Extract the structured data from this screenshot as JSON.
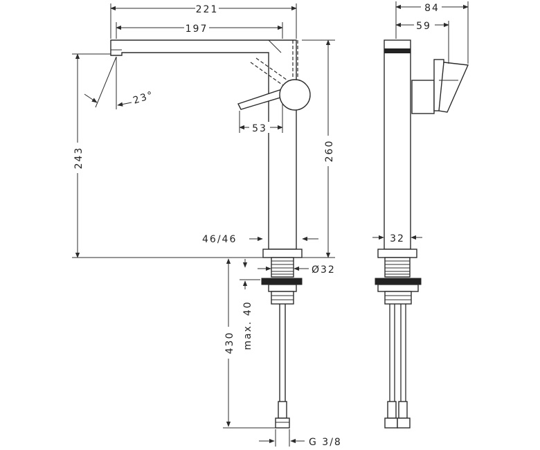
{
  "dimensions": {
    "top_total": "221",
    "top_spout": "197",
    "spout_angle": "23°",
    "lever_offset": "53",
    "left_height": "243",
    "right_height": "260",
    "base_size": "46/46",
    "body_diameter": "Ø32",
    "thread_length": "max. 40",
    "hose_length": "430",
    "hose_thread": "G 3/8",
    "side_total": "84",
    "side_handle": "59",
    "side_width": "32"
  }
}
